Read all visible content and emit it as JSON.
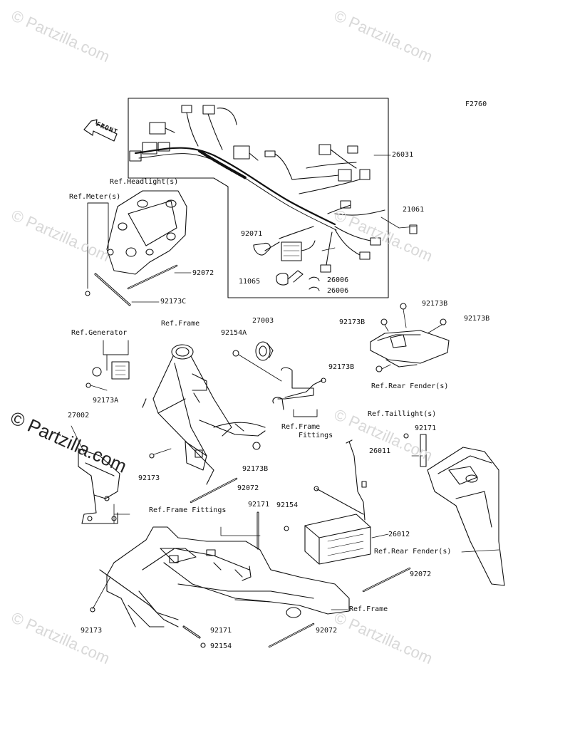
{
  "figure_code": "F2760",
  "front_label": "FRONT",
  "watermark": "© Partzilla.com",
  "watermark_bold": "© Partzilla.com",
  "labels": {
    "p26031": "26031",
    "p21061": "21061",
    "p92071": "92071",
    "p11065": "11065",
    "p26006a": "26006",
    "p26006b": "26006",
    "ref_headlight": "Ref.Headlight(s)",
    "ref_meter": "Ref.Meter(s)",
    "p92072a": "92072",
    "p92173c": "92173C",
    "p92173b_a": "92173B",
    "p92173b_b": "92173B",
    "p92173b_c": "92173B",
    "p92173b_d": "92173B",
    "ref_rear_fender_a": "Ref.Rear Fender(s)",
    "ref_generator": "Ref.Generator",
    "ref_frame_a": "Ref.Frame",
    "p92154a": "92154A",
    "p27003": "27003",
    "p92173a": "92173A",
    "ref_frame_fittings_a1": "Ref.Frame",
    "ref_frame_fittings_a2": "Fittings",
    "p27002": "27002",
    "ref_taillight": "Ref.Taillight(s)",
    "p92171a": "92171",
    "p26011": "26011",
    "p92173d": "92173",
    "p92173b_e": "92173B",
    "p92072b": "92072",
    "ref_frame_fittings_b": "Ref.Frame Fittings",
    "p92171b": "92171",
    "p92154b": "92154",
    "p26012": "26012",
    "ref_rear_fender_b": "Ref.Rear Fender(s)",
    "p92072c": "92072",
    "ref_frame_b": "Ref.Frame",
    "p92173e": "92173",
    "p92171c": "92171",
    "p92072d": "92072",
    "p92154c": "92154"
  }
}
